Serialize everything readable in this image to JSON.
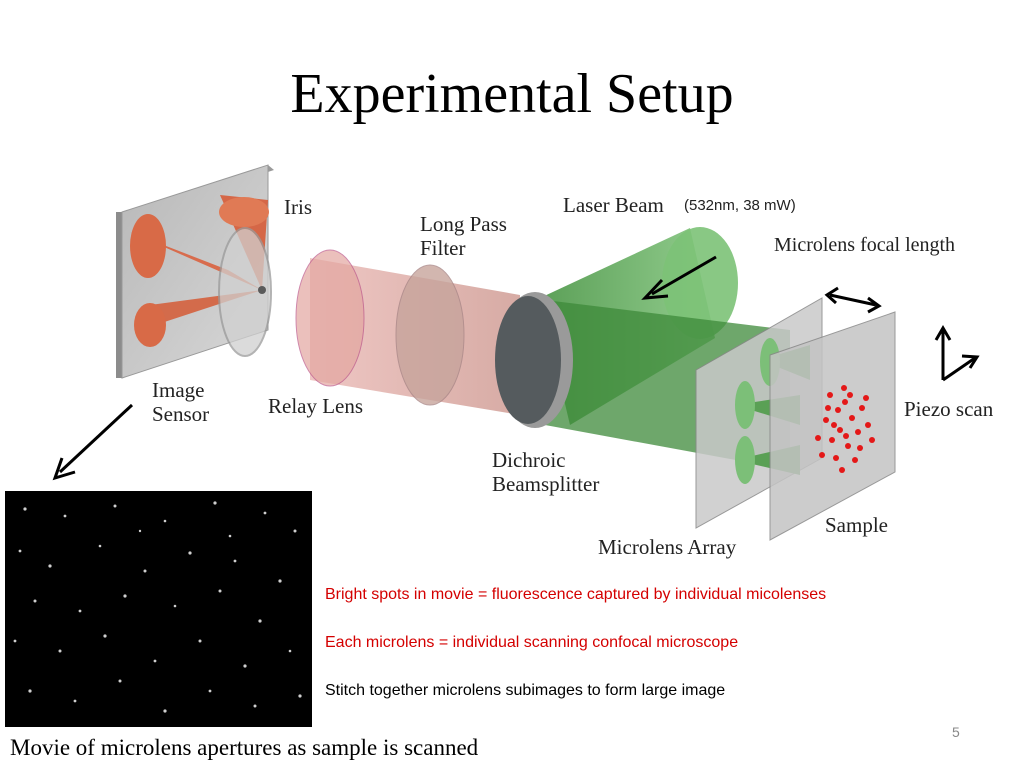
{
  "slide": {
    "title": "Experimental Setup",
    "page_number": "5"
  },
  "diagram": {
    "labels": {
      "iris": "Iris",
      "image_sensor": "Image\nSensor",
      "relay_lens": "Relay Lens",
      "long_pass_filter": "Long Pass\nFilter",
      "laser_beam": "Laser Beam",
      "laser_spec": "(532nm, 38 mW)",
      "microlens_focal_length": "Microlens focal length",
      "piezo_scan": "Piezo scan",
      "dichroic_beamsplitter": "Dichroic\nBeamsplitter",
      "microlens_array": "Microlens Array",
      "sample": "Sample"
    }
  },
  "notes": [
    {
      "text": "Bright spots in movie = fluorescence captured by individual micolenses",
      "color": "#d40000"
    },
    {
      "text": "Each microlens = individual scanning confocal microscope",
      "color": "#d40000"
    },
    {
      "text": "Stitch together microlens subimages to form large image",
      "color": "#000000"
    }
  ],
  "movie": {
    "caption": "Movie of microlens apertures as sample is scanned"
  }
}
